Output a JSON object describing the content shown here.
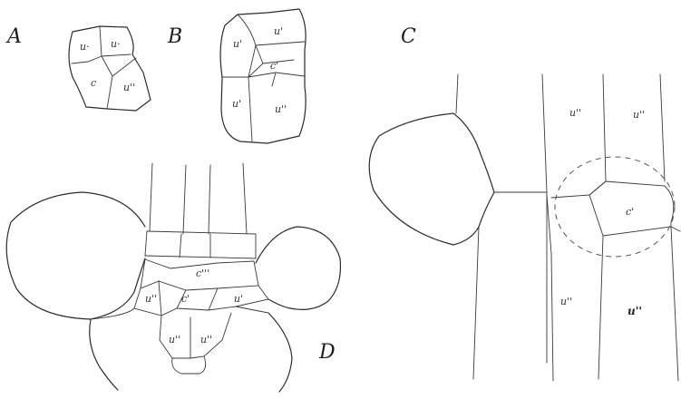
{
  "panels": {
    "A": {
      "letter": "A",
      "labels": {
        "u_top_left": "u·",
        "u_top_right": "u·",
        "c": "c",
        "u_bottom_right": "u''"
      }
    },
    "B": {
      "letter": "B",
      "labels": {
        "u_top": "u'",
        "u_left": "u'",
        "c": "c'",
        "u_bottom_left": "u'",
        "u_bottom_right": "u''"
      }
    },
    "C": {
      "letter": "C",
      "labels": {
        "u_top_left": "u''",
        "u_top_right": "u''",
        "c": "c'",
        "u_bottom_left": "u''",
        "u_bottom_right": "u''"
      }
    },
    "D": {
      "letter": "D",
      "labels": {
        "c_top": "c'''",
        "u_left": "u''",
        "c_center": "c'",
        "u_right": "u'",
        "u_bottom_left": "u''",
        "u_bottom_right": "u''"
      }
    }
  }
}
